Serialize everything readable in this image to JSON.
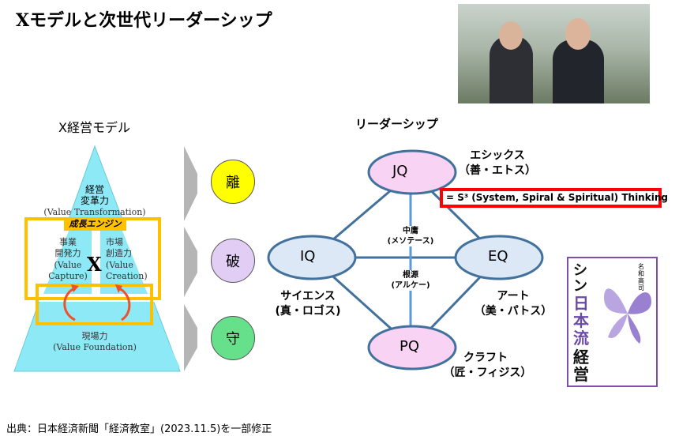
{
  "title": "Xモデルと次世代リーダーシップ",
  "left_section": {
    "heading": "X経営モデル",
    "top_label_1": "経営",
    "top_label_2": "変革力",
    "top_label_en": "(Value Transformation)",
    "engine_label": "成長エンジン",
    "left_label_1": "事業",
    "left_label_2": "開発力",
    "left_label_en_1": "(Value",
    "left_label_en_2": "Capture)",
    "right_label_1": "市場",
    "right_label_2": "創造力",
    "right_label_en_1": "(Value",
    "right_label_en_2": "Creation)",
    "x_mark": "X",
    "bottom_label": "現場力",
    "bottom_label_en": "(Value Foundation)"
  },
  "stages": [
    "離",
    "破",
    "守"
  ],
  "stage_colors": [
    "#ffff00",
    "#e2cdf5",
    "#66e08a"
  ],
  "leadership": {
    "heading": "リーダーシップ",
    "nodes": {
      "jq": "JQ",
      "iq": "IQ",
      "eq": "EQ",
      "pq": "PQ"
    },
    "jq_label_1": "エシックス",
    "jq_label_2": "（善・エトス）",
    "iq_label_1": "サイエンス",
    "iq_label_2": "(真・ロゴス)",
    "eq_label_1": "アート",
    "eq_label_2": "（美・パトス）",
    "pq_label_1": "クラフト",
    "pq_label_2": "（匠・フィジス）",
    "center_top_1": "中庸",
    "center_top_2": "(メソテース)",
    "center_bottom_1": "根源",
    "center_bottom_2": "(アルケー)",
    "s3_text": "= S³ (System, Spiral & Spiritual) Thinking"
  },
  "book": {
    "title_1": "シン",
    "title_2": "日本流",
    "title_3": "経営",
    "author": "名和高司"
  },
  "footer": "出典：日本経済新聞「経済教室」(2023.11.5)を一部修正"
}
